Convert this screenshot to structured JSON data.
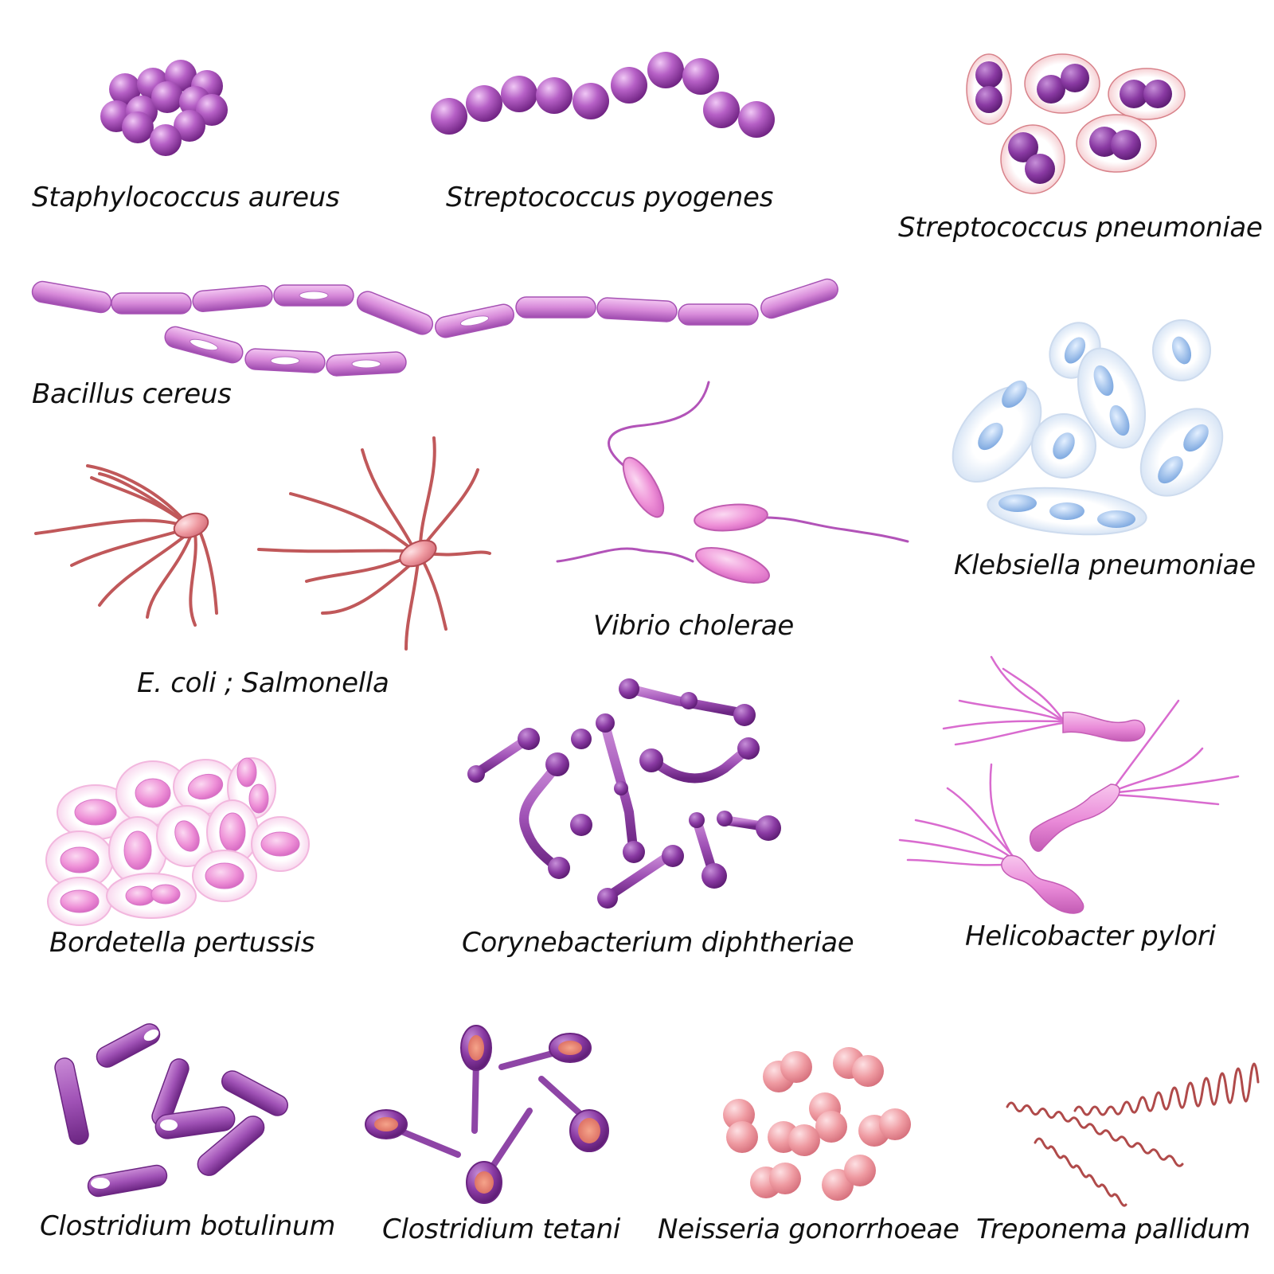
{
  "figure": {
    "labels": {
      "staphylococcus": "Staphylococcus aureus",
      "streptococcus_pyogenes": "Streptococcus pyogenes",
      "streptococcus_pneumoniae": "Streptococcus pneumoniae",
      "bacillus": "Bacillus cereus",
      "klebsiella": "Klebsiella pneumoniae",
      "ecoli": "E. coli ; Salmonella",
      "vibrio": "Vibrio cholerae",
      "bordetella": "Bordetella pertussis",
      "corynebacterium": "Corynebacterium diphtheriae",
      "helicobacter": "Helicobacter pylori",
      "clostridium_botulinum": "Clostridium botulinum",
      "clostridium_tetani": "Clostridium tetani",
      "neisseria": "Neisseria gonorrhoeae",
      "treponema": "Treponema pallidum"
    },
    "colors": {
      "violet": "#a24bb3",
      "purple_dark": "#7a2a90",
      "magenta": "#d463c8",
      "rose": "#e89ab0",
      "salmon": "#e5707a",
      "brick": "#b84b4b",
      "sky": "#8fb4e6",
      "pink_light": "#f4b7e0"
    }
  }
}
